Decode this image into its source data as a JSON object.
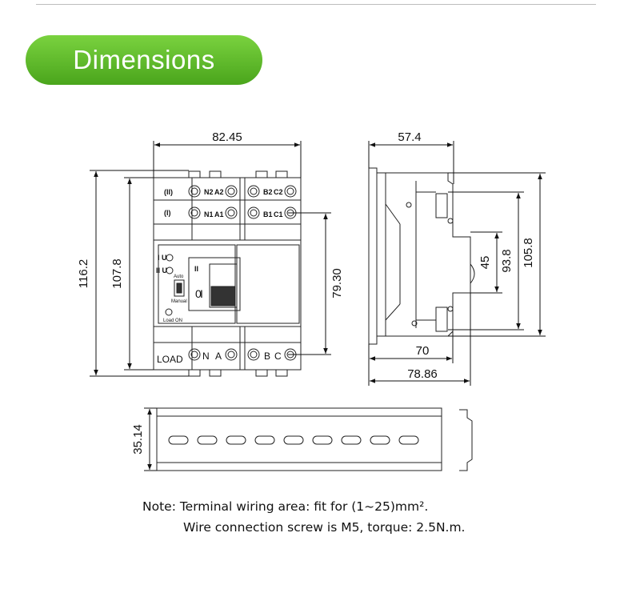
{
  "header": {
    "title": "Dimensions",
    "accent_color": "#5ab52a"
  },
  "front_view": {
    "width_dim": "82.45",
    "outer_height_dim": "116.2",
    "inner_height_dim": "107.8",
    "terminal_pitch_dim": "79.30",
    "top_row_label": "(II)",
    "second_row_label": "(I)",
    "terminal_labels": {
      "n2": "N2",
      "a2": "A2",
      "b2": "B2",
      "c2": "C2",
      "n1": "N1",
      "a1": "A1",
      "b1": "B1",
      "c1": "C1",
      "n": "N",
      "a": "A",
      "b": "B",
      "c": "C"
    },
    "indicator_1": "I U",
    "indicator_2": "II U",
    "auto_label": "Auto",
    "manual_label": "Manual",
    "load_on_label": "Load ON",
    "load_label": "LOAD",
    "switch_positions": [
      "II",
      "0",
      "I"
    ]
  },
  "side_view": {
    "top_width_dim": "57.4",
    "height_dim_1": "105.8",
    "height_dim_2": "93.8",
    "handle_dim": "45",
    "depth_dim_1": "70",
    "depth_dim_2": "78.86"
  },
  "rail_view": {
    "height_dim": "35.14"
  },
  "note": {
    "line1": "Note: Terminal wiring area: fit for (1~25)mm².",
    "line2": "Wire connection screw is M5, torque: 2.5N.m."
  }
}
